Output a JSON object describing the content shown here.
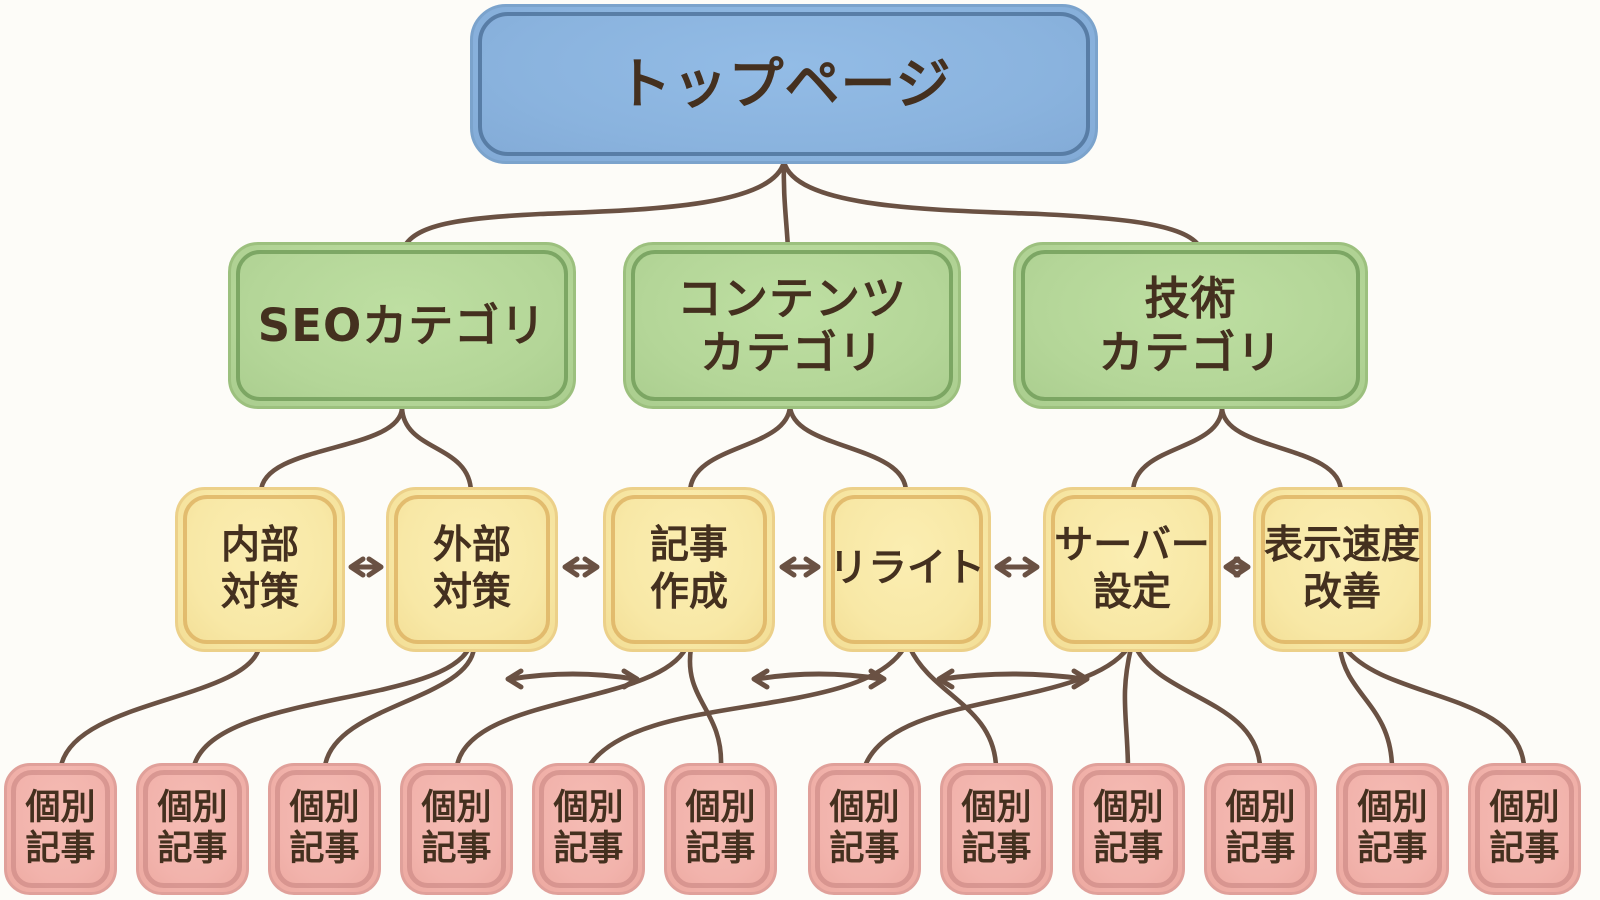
{
  "diagram": {
    "title_hint": "website sitemap tree",
    "root": {
      "label": "トップページ"
    },
    "categories": [
      {
        "label": "SEOカテゴリ",
        "lines": [
          "SEOカテゴリ"
        ]
      },
      {
        "label": "コンテンツカテゴリ",
        "lines": [
          "コンテンツ",
          "カテゴリ"
        ]
      },
      {
        "label": "技術カテゴリ",
        "lines": [
          "技術",
          "カテゴリ"
        ]
      }
    ],
    "topics": [
      {
        "label": "内部対策",
        "lines": [
          "内部",
          "対策"
        ]
      },
      {
        "label": "外部対策",
        "lines": [
          "外部",
          "対策"
        ]
      },
      {
        "label": "記事作成",
        "lines": [
          "記事",
          "作成"
        ]
      },
      {
        "label": "リライト",
        "lines": [
          "リライト"
        ]
      },
      {
        "label": "サーバー設定",
        "lines": [
          "サーバー",
          "設定"
        ]
      },
      {
        "label": "表示速度改善",
        "lines": [
          "表示速度",
          "改善"
        ]
      }
    ],
    "article_label": [
      "個別",
      "記事"
    ],
    "article_count": 12,
    "edges": {
      "root_children": [
        "SEOカテゴリ",
        "コンテンツカテゴリ",
        "技術カテゴリ"
      ],
      "category_children": {
        "SEOカテゴリ": [
          "内部対策",
          "外部対策"
        ],
        "コンテンツカテゴリ": [
          "記事作成",
          "リライト"
        ],
        "技術カテゴリ": [
          "サーバー設定",
          "表示速度改善"
        ]
      },
      "topic_cross_links_mid": [
        "内部対策↔外部対策",
        "外部対策↔記事作成",
        "記事作成↔リライト",
        "リライト↔サーバー設定",
        "サーバー設定↔表示速度改善"
      ],
      "topic_cross_links_lower": [
        "外部対策↔記事作成",
        "記事作成↔リライト",
        "リライト↔サーバー設定"
      ],
      "topics_to_articles": "each topic links down to the individual article boxes (12 total)"
    },
    "palette": {
      "top_page_fill": "#8cb6e1",
      "top_page_line": "#50749c",
      "category_fill": "#b6d79b",
      "category_line": "#6f9b58",
      "topic_fill": "#f8e8a6",
      "topic_line": "#ddb261",
      "article_fill": "#f2b3ac",
      "article_line": "#c5827d",
      "connector": "#6a5143",
      "text": "#44301f",
      "background": "#fdfcf8"
    }
  }
}
